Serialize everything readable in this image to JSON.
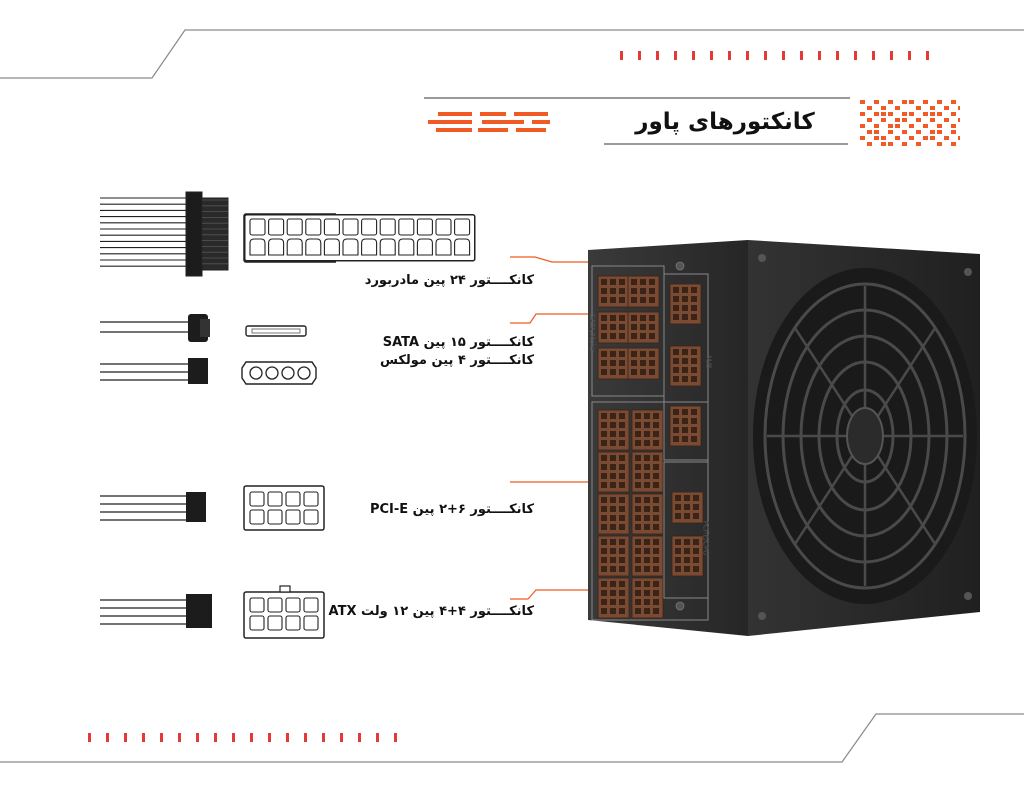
{
  "header": {
    "title": "کانکتورهای پاور"
  },
  "connectors": [
    {
      "id": "mb24",
      "lines": [
        "کانکــــتور ۲۴ پین مادربورد"
      ]
    },
    {
      "id": "sata-molex",
      "lines": [
        "کانکــــتور ۱۵ پین SATA",
        "کانکــــتور ۴ پین مولکس"
      ]
    },
    {
      "id": "pcie",
      "lines": [
        "کانکــــتور ۶+۲ پین PCI-E"
      ]
    },
    {
      "id": "atx",
      "lines": [
        "کانکــــتور ۴+۴ پین ۱۲ ولت ATX"
      ]
    }
  ],
  "psu": {
    "port_labels": [
      "SATA/Molex",
      "M/B",
      "PCI-E/CPU"
    ]
  },
  "colors": {
    "accent": "#f15a24",
    "connector_brown": "#7a4a33",
    "psu_body": "#2b2b2b",
    "frame_gray": "#8a8a8a"
  }
}
